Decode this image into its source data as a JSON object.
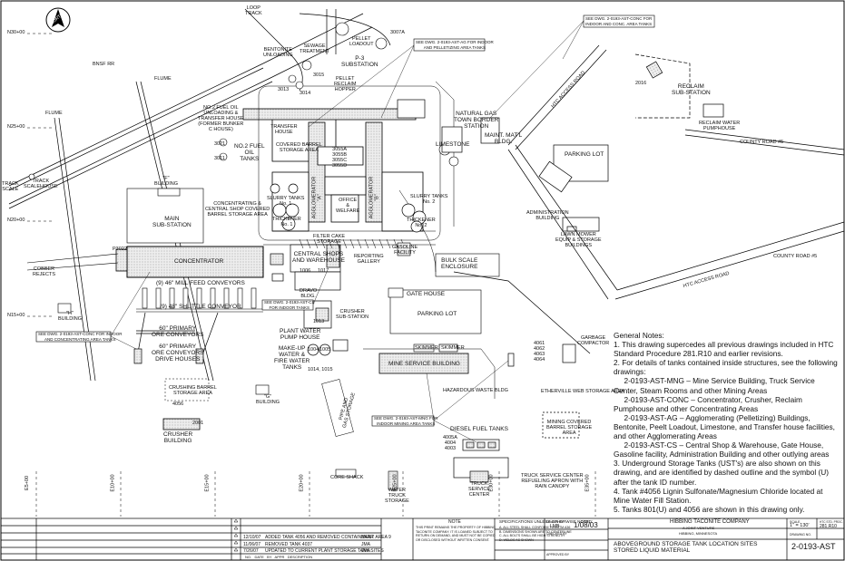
{
  "north_arrow": "NORTH",
  "grid": {
    "northings": [
      "N30+00",
      "N25+00",
      "N20+00",
      "N15+00"
    ],
    "eastings": [
      "E5+00",
      "E10+00",
      "E15+00",
      "E20+00",
      "E25+00",
      "E30+00",
      "E35+00"
    ]
  },
  "labels": {
    "loop_track": "LOOP\nTRACK",
    "bnsf": "BNSF RR",
    "flume_top": "FLUME",
    "flume_left": "FLUME",
    "sewage": "SEWAGE\nTREATMENT",
    "bentonite": "BENTONITE\nUNLOADING",
    "pellet_loadout": "PELLET\nLOADOUT",
    "t3007a": "3007A",
    "p3_sub": "P-3\nSUBSTATION",
    "t3015": "3015",
    "t3013": "3013",
    "t3014": "3014",
    "pellet_reclaim": "PELLET\nRECLAIM\nHOPPER",
    "no2_fuel_unloading": "NO.2 FUEL OIL\nUNLOADING &\nTRANSFER HOUSE\n(FORMER BUNKER\nC HOUSE)",
    "transfer_house": "TRANSFER\nHOUSE",
    "covered_barrel": "COVERED BARREL\nSTORAGE AREA",
    "t3055": "3055A\n3055B\n3055C\n3055D",
    "natural_gas": "NATURAL GAS\nTOWN BORDER\nSTATION",
    "limestone": "LIMESTONE",
    "maint_matl": "MAINT. MAT'L\nBLDG.",
    "t3021": "3021",
    "t3011": "3011",
    "no2_fuel_tanks": "NO.2 FUEL\nOIL\nTANKS",
    "track_scale": "TRACK\nSCALE",
    "track_scalehouse": "TRACK\nSCALEHOUSE",
    "f_building": "\"F\"\nBUILDING",
    "main_sub": "MAIN\nSUB-STATION",
    "conc_area": "CONCENTRATING &\nCENTRAL SHOP COVERED\nBARREL STORAGE AREA",
    "slurry_tanks_1": "SLURRY TANKS\nNo. 1",
    "thickener_1": "THICKENER\nNo. 1",
    "agglom_a": "AGGLOMERATOR\n\"A\"",
    "agglom_b": "AGGLOMERATOR\n\"B\"",
    "office_welfare": "OFFICE\n&\nWELFARE",
    "slurry_tanks_2": "SLURRY TANKS\nNo. 2",
    "thickener_2": "THICKENER\nNo. 2",
    "filter_cake": "FILTER CAKE\nSTORAGE",
    "p3022": "P3022",
    "concentrator": "CONCENTRATOR",
    "cobber": "COBBER\nREJECTS",
    "central_shops": "CENTRAL SHOPS\nAND WAREHOUSE",
    "reporting": "REPORTING\nGALLERY",
    "t1006": "1006",
    "t1017": "1017",
    "gasoline": "GASOLINE\nFACILITY",
    "bulk_scale": "BULK SCALE\nENCLOSURE",
    "mill_feed": "(9) 46\" MILL FEED CONVEYORS",
    "shuttle": "(9) 48\" SHUTTLE CONVEYOR",
    "dravo": "DRAVO\nBLDG.",
    "gate_house": "GATE HOUSE",
    "parking_lot_1": "PARKING LOT",
    "parking_lot_2": "PARKING LOT",
    "admin": "ADMINISTRATION\nBUILDING",
    "lawn_mower": "LAWN MOWER\nEQUIP & STORAGE\nBUILDINGS",
    "t1013": "1013",
    "crusher_sub": "CRUSHER\nSUB-STATION",
    "h_building": "\"H\"\nBUILDING",
    "primary_conv_1": "60\" PRIMARY\nORE CONVEYORS",
    "plant_water": "PLANT WATER\nPUMP HOUSE",
    "primary_conv_2": "60\" PRIMARY\nORE CONVEYORS\nDRIVE HOUSES",
    "makeup_water": "MAKE-UP\nWATER &\nFIRE WATER\nTANKS",
    "t1004": "1004",
    "t1005": "1005",
    "t1014": "1014, 1015",
    "crushing_barrel": "CRUSHING BARREL\nSTORAGE AREA",
    "t4056": "4056",
    "crusher_bldg": "CRUSHER\nBUILDING",
    "t2001": "2001",
    "g_building": "\"G\"\nBUILDING",
    "pipe_gas": "PIPE AND\nGAS STORAGE",
    "mine_service": "MINE SERVICE BUILDING",
    "skimmer_1": "SKIMMER",
    "skimmer_2": "SKIMMER",
    "hazardous": "HAZARDOUS WASTE BLDG",
    "etherville": "ETHERVILLE WEB STORAGE AREA",
    "t4061": "4061\n4062\n4063\n4064",
    "garbage": "GARBAGE\nCOMPACTOR",
    "diesel": "DIESEL FUEL TANKS",
    "t4005": "4005A\n4004\n4003",
    "mining_covered": "MINING COVERED\nBARREL STORAGE\nAREA",
    "truck_service": "TRUCK SERVICE CENTER\nREFUELING APRON WITH\nRAIN CANOPY",
    "truck_service_center": "TRUCK\nSERVICE\nCENTER",
    "core_shack": "CORE SHACK",
    "water_truck": "WATER\nTRUCK\nSTORAGE",
    "t2016": "2016",
    "reclaim_sub": "RECLAIM\nSUB-STATION",
    "reclaim_water": "RECLAIM WATER\nPUMPHOUSE",
    "county_rd_top": "COUNTY ROAD #5",
    "county_rd_right": "COUNTY ROAD #5",
    "htc_access_1": "HTC ACCESS ROAD",
    "htc_access_2": "HTC ACCESS ROAD"
  },
  "callouts": [
    "SEE DWG. 2-0193-AST-AG FOR INDOOR\nAND PELLETIZING AREA TANKS",
    "SEE DWG. 2-0193-AST-CONC FOR\nINDOOR AND CONC. AREA TANKS",
    "SEE DWG. 2-0193-AST-CS\nFOR INDOOR TANKS",
    "SEE DWG. 2-0193-AST-CONC FOR INDOOR\nAND CONCENTRATING AREA TANKS",
    "SEE DWG. 2-0193-AST-MNG FOR\nINDOOR MINING AREA TANKS"
  ],
  "notes": {
    "title": "General Notes:",
    "items": [
      "1.  This drawing supercedes all previous drawings included in HTC Standard Procedure 281.R10 and earlier revisions.",
      "2.  For details of tanks contained inside structures, see the following drawings:",
      "     2-0193-AST-MNG – Mine Service Building, Truck Service Center, Steam Rooms and other Mining Areas",
      "     2-0193-AST-CONC – Concentrator, Crusher, Reclaim Pumphouse and other Concentrating Areas",
      "     2-0193-AST-AG – Agglomerating (Pelletizing) Buildings, Bentonite, Peelt Loadout, Limestone, and Transfer house facilities, and other Agglomerating Areas",
      "     2-0193-AST-CS – Central Shop & Warehouse, Gate House, Gasoline facility, Administration Building and other outlying areas",
      "3.  Underground Storage Tanks (UST's) are also shown on this drawing, and are identified by dashed outline and the symbol (U) after the tank ID number.",
      "4.  Tank #4056 Lignin Sulfonate/Magnesium Chloride located at Mine Water Fill Station.",
      "5.  Tanks 801(U) and 4056 are shown in this drawing only."
    ]
  },
  "title_block": {
    "revisions": [
      {
        "date": "12/10/07",
        "desc": "ADDED TANK 4056 AND REMOVED CONTAINMENT AREA 9",
        "by": "BARR"
      },
      {
        "date": "11/06/07",
        "desc": "REMOVED TANK 4037",
        "by": "JMA"
      },
      {
        "date": "7/26/07",
        "desc": "UPDATED TO CURRENT PLANT STORAGE TANK SITES",
        "by": "JMA"
      }
    ],
    "rev_headers": "NO.   DATE   BY   APPR   DESCRIPTION",
    "note_header": "NOTE",
    "note_text": "THIS PRINT REMAINS THE PROPERTY OF HIBBING\nTACONITE COMPANY. IT IS LOANED SUBJECT TO\nRETURN ON DEMAND, AND MUST NOT BE COPIED\nOR DISCLOSED WITHOUT WRITTEN CONSENT.",
    "specs_header": "SPECIFICATIONS UNLESS OTHERWISE NOTED:",
    "specs_text": "A. ALL STEEL SHALL CONFORM TO ASTM A36\nB. DIMENSIONS SHOWN ARE TO CENTERLINE\nC. ALL BOLTS SHALL BE HIGH STRENGTH\nD. WELDS AS SHOWN",
    "drawn_by": "LMB",
    "date": "1/08/03",
    "company": "HIBBING TACONITE COMPANY",
    "company_sub": "A JOINT VENTURE",
    "location": "HIBBING, MINNESOTA",
    "title": "ABOVEGROUND STORAGE TANK LOCATION SITES\nSTORED LIQUID MATERIAL",
    "scale": "1\" = 130'",
    "proc": "281.R10",
    "dwg_no": "2-0193-AST",
    "lbl_drawn": "DRAWN BY",
    "lbl_date": "DATE",
    "lbl_checked": "CHECKED BY",
    "lbl_approved": "APPROVED BY",
    "lbl_scale": "SCALE",
    "lbl_proc": "HTC STD. PROC.",
    "lbl_dwg": "DRAWING NO."
  }
}
